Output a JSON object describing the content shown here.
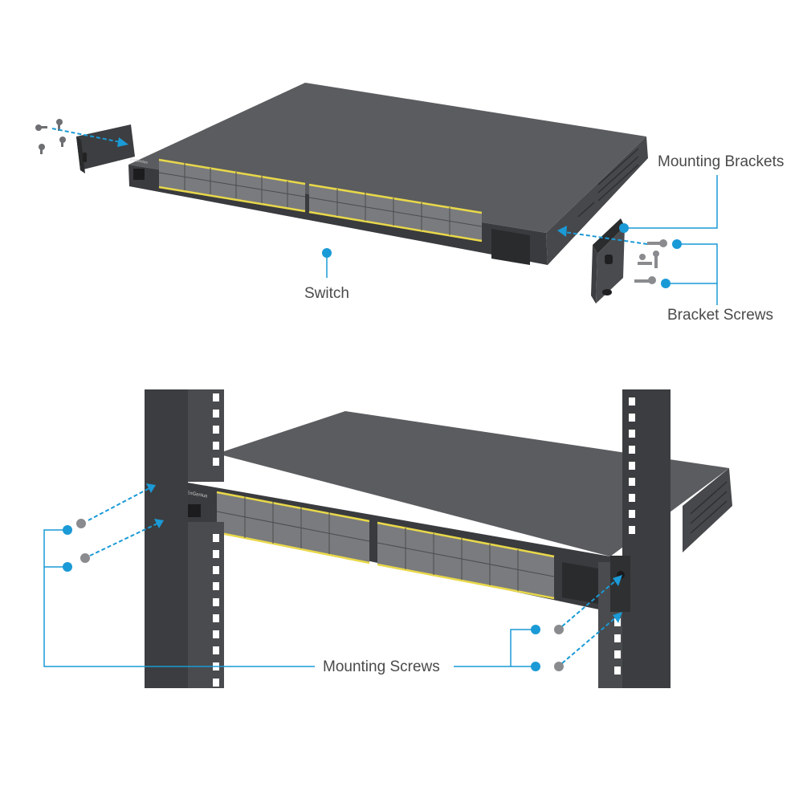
{
  "labels": {
    "mounting_brackets": "Mounting Brackets",
    "switch": "Switch",
    "bracket_screws": "Bracket Screws",
    "mounting_screws": "Mounting Screws"
  },
  "brand_text": "EnGenius",
  "colors": {
    "accent": "#1a9ad6",
    "chassis_top": "#5b5c5f",
    "chassis_front": "#3a3b3e",
    "rack": "#3c3d40",
    "port_led": "#e8d84a"
  }
}
